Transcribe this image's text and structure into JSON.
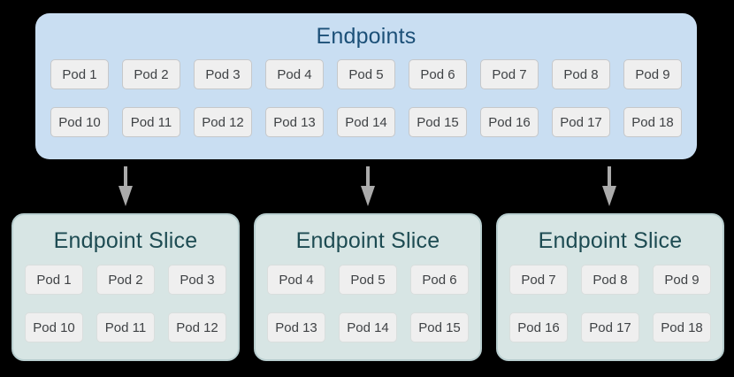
{
  "colors": {
    "canvas_bg": "#000000",
    "endpoints_bg": "#c9def2",
    "endpoints_title": "#1c5078",
    "slice_bg": "#d7e5e4",
    "slice_border": "#b8cecf",
    "slice_title": "#1d4b52",
    "slice_pod_border": "#d9dedd",
    "pod_bg": "#efefef",
    "pod_border": "#c6c8ca",
    "pod_text": "#3f4245",
    "arrow": "#ababab"
  },
  "endpoints": {
    "title": "Endpoints",
    "pods_row1": [
      "Pod 1",
      "Pod 2",
      "Pod 3",
      "Pod 4",
      "Pod 5",
      "Pod 6",
      "Pod 7",
      "Pod 8",
      "Pod 9"
    ],
    "pods_row2": [
      "Pod 10",
      "Pod 11",
      "Pod 12",
      "Pod 13",
      "Pod 14",
      "Pod 15",
      "Pod 16",
      "Pod 17",
      "Pod 18"
    ]
  },
  "slices": [
    {
      "title": "Endpoint Slice",
      "pods_row1": [
        "Pod 1",
        "Pod 2",
        "Pod 3"
      ],
      "pods_row2": [
        "Pod 10",
        "Pod 11",
        "Pod 12"
      ]
    },
    {
      "title": "Endpoint Slice",
      "pods_row1": [
        "Pod 4",
        "Pod 5",
        "Pod 6"
      ],
      "pods_row2": [
        "Pod 13",
        "Pod 14",
        "Pod 15"
      ]
    },
    {
      "title": "Endpoint Slice",
      "pods_row1": [
        "Pod 7",
        "Pod 8",
        "Pod 9"
      ],
      "pods_row2": [
        "Pod 16",
        "Pod 17",
        "Pod 18"
      ]
    }
  ]
}
